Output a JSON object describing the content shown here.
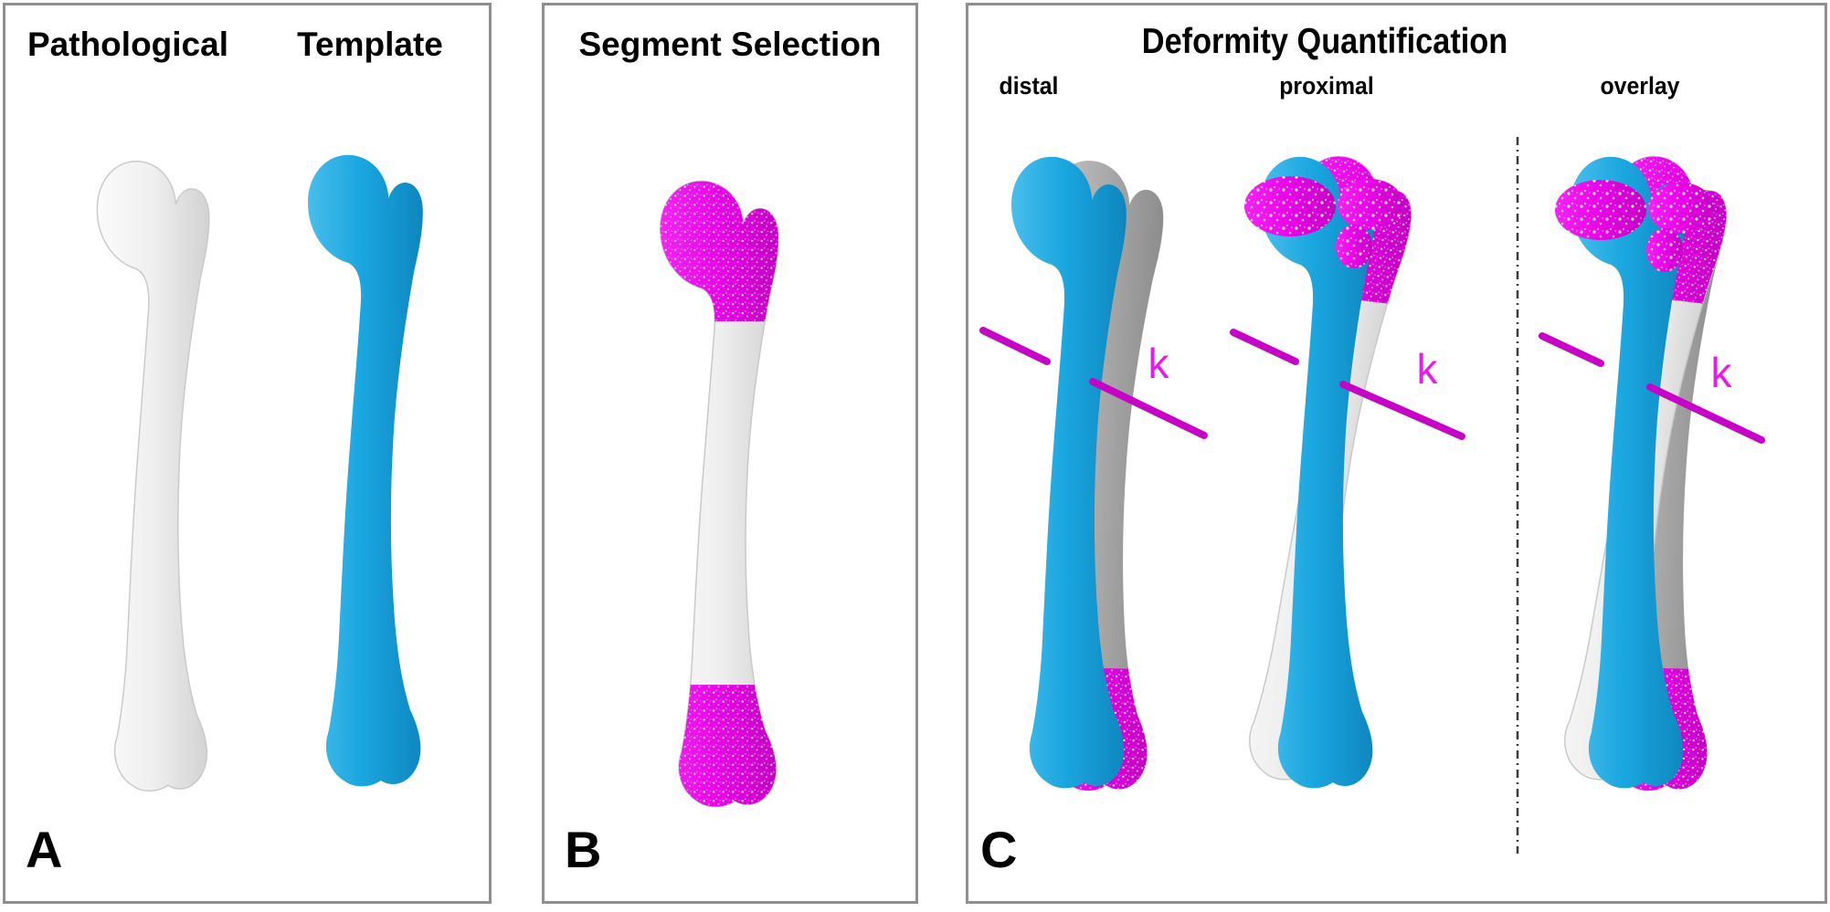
{
  "panel_a": {
    "letter": "A",
    "label_pathological": "Pathological",
    "label_template": "Template"
  },
  "panel_b": {
    "letter": "B",
    "title": "Segment Selection"
  },
  "panel_c": {
    "letter": "C",
    "title": "Deformity Quantification",
    "view_labels": {
      "distal": "distal",
      "proximal": "proximal",
      "overlay": "overlay"
    },
    "axis_label": "k"
  },
  "colors": {
    "panel_border": "#8F8F8F",
    "template_blue": "#1BA7E0",
    "pathological_white": "#EFEFEF",
    "gray_bone": "#A9A9A9",
    "segment_magenta": "#E804E8",
    "axis_line_magenta": "#C603C6",
    "axis_label_magenta": "#E81CE8",
    "text_black": "#000000"
  }
}
